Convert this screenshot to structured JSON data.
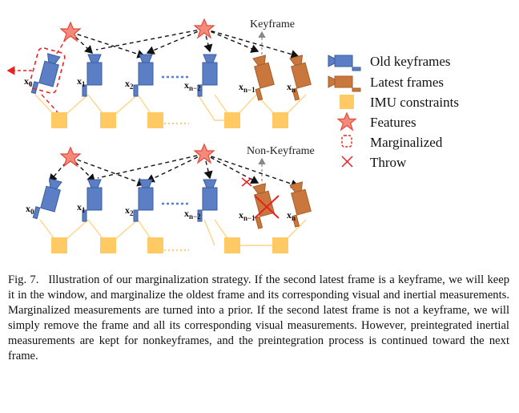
{
  "diagram": {
    "label_keyframe": "Keyframe",
    "label_nonkeyframe": "Non-Keyframe",
    "frame_labels": [
      "x0",
      "x1",
      "x2",
      "xn−2",
      "xn−1",
      "xn"
    ],
    "frame_subs": [
      "0",
      "1",
      "2",
      "n−2",
      "n−1",
      "n"
    ]
  },
  "legend": {
    "items": [
      {
        "label": "Old keyframes",
        "icon": "old-keyframe-camera-icon",
        "color": "#5b7ec4"
      },
      {
        "label": "Latest frames",
        "icon": "latest-frame-camera-icon",
        "color": "#c9773d"
      },
      {
        "label": "IMU constraints",
        "icon": "imu-square-icon",
        "color": "#ffc964"
      },
      {
        "label": "Features",
        "icon": "feature-star-icon",
        "color": "#f26b5b"
      },
      {
        "label": "Marginalized",
        "icon": "marginalized-dashed-box-icon",
        "color": "#e82020"
      },
      {
        "label": "Throw",
        "icon": "throw-cross-icon",
        "color": "#e82020"
      }
    ]
  },
  "caption": {
    "label": "Fig. 7.",
    "text": "Illustration of our marginalization strategy. If the second latest frame is a keyframe, we will keep it in the window, and marginalize the oldest frame and its corresponding visual and inertial measurements. Marginalized measurements are turned into a prior. If the second latest frame is not a keyframe, we will simply remove the frame and all its corresponding visual measurements. However, preintegrated inertial measurements are kept for nonkeyframes, and the preintegration process is continued toward the next frame."
  }
}
